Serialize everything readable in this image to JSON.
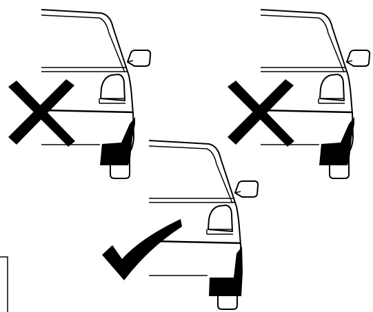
{
  "colors": {
    "ink": "#000000",
    "paper": "#ffffff"
  },
  "panels": [
    {
      "id": "top-left",
      "verdict": "incorrect",
      "mark_icon": "cross-mark-icon",
      "mudflap": "angled-mudflap"
    },
    {
      "id": "top-right",
      "verdict": "incorrect",
      "mark_icon": "cross-mark-icon",
      "mudflap": "angled-mudflap"
    },
    {
      "id": "bottom-center",
      "verdict": "correct",
      "mark_icon": "check-mark-icon",
      "mudflap": "straight-mudflap"
    }
  ]
}
